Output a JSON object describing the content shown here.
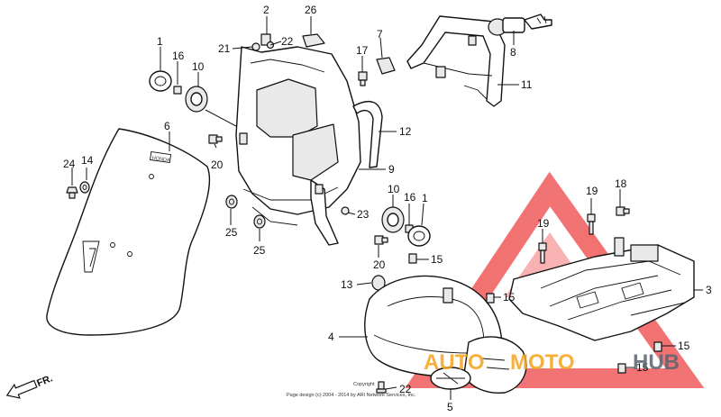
{
  "callouts": {
    "c1a": "1",
    "c2": "2",
    "c26": "26",
    "c21": "21",
    "c22a": "22",
    "c16a": "16",
    "c10a": "10",
    "c17": "17",
    "c7": "7",
    "c8": "8",
    "c11": "11",
    "c6": "6",
    "c24": "24",
    "c14": "14",
    "c20a": "20",
    "c12": "12",
    "c9": "9",
    "c10b": "10",
    "c16b": "16",
    "c1b": "1",
    "c23": "23",
    "c25a": "25",
    "c25b": "25",
    "c20b": "20",
    "c15a": "15",
    "c13": "13",
    "c15b": "15",
    "c4": "4",
    "c22b": "22",
    "c5": "5",
    "c19a": "19",
    "c19b": "19",
    "c18": "18",
    "c3": "3",
    "c15c": "15",
    "c15d": "15"
  },
  "direction_label": "FR.",
  "emblem_text": "HONDA",
  "copyright": {
    "line1": "Copyright",
    "line2": "Page design (c) 2004 - 2014 by ARI Network Services, Inc."
  },
  "watermark": {
    "auto": "AUTO",
    "moto": "MOTO",
    "hub": "HUB"
  },
  "colors": {
    "watermark_red": "#f05a5a",
    "watermark_orange": "#f7a21b",
    "watermark_gray": "#5a6470",
    "line": "#111111"
  }
}
